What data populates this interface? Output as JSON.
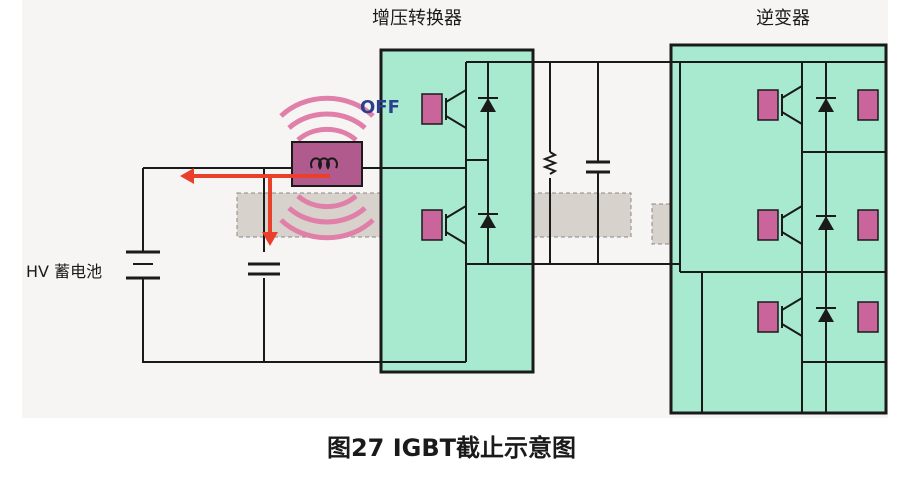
{
  "labels": {
    "boost_converter": "增压转换器",
    "inverter": "逆变器",
    "battery": "HV 蓄电池",
    "off_status": "OFF"
  },
  "caption": "图27 IGBT截止示意图",
  "colors": {
    "module_fill": "#a8ead0",
    "igbt_pad": "#c9659a",
    "arrow_red": "#e8402a",
    "rings_pink": "#e07fa8",
    "off_text": "#2c3f8c",
    "wire": "#1a1a1a",
    "dashed_band": "#d8d2cc"
  }
}
